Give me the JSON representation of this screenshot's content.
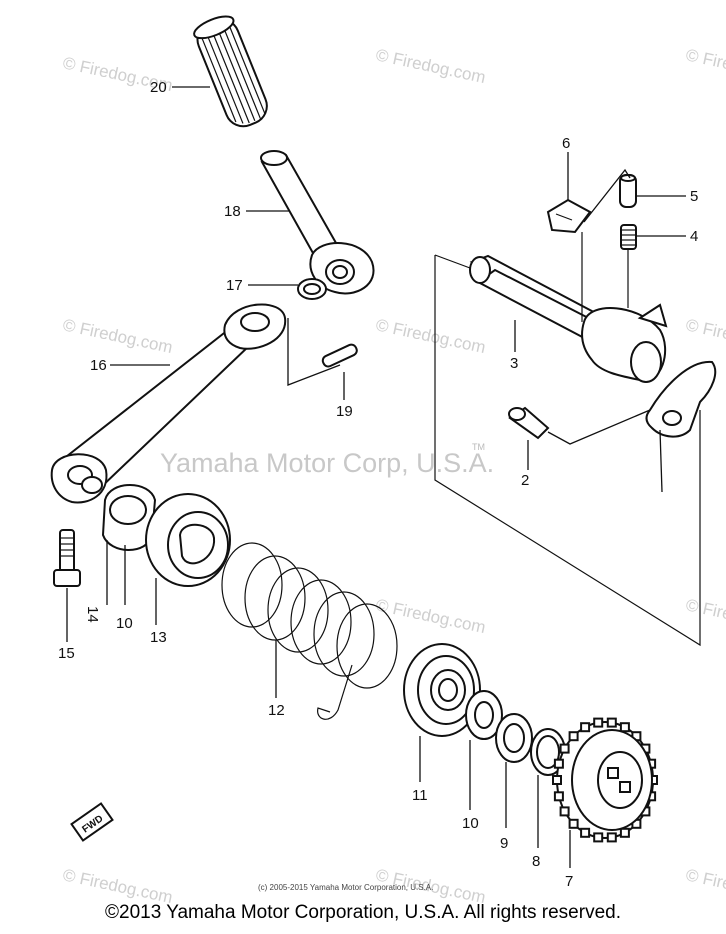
{
  "watermarks": {
    "firedog": "© Firedog.com",
    "center": "Yamaha Motor Corp, U.S.A.",
    "tm": "TM"
  },
  "small_credit": "(c) 2005-2015 Yamaha Motor Corporation, U.S.A.",
  "copyright": "©2013 Yamaha Motor Corporation, U.S.A. All rights reserved.",
  "labels": {
    "p20": "20",
    "p18": "18",
    "p17": "17",
    "p16": "16",
    "p19": "19",
    "p6": "6",
    "p5": "5",
    "p4": "4",
    "p3": "3",
    "p2": "2",
    "p14": "14",
    "p10a": "10",
    "p13": "13",
    "p15": "15",
    "p12": "12",
    "p11": "11",
    "p10": "10",
    "p9": "9",
    "p8": "8",
    "p7": "7"
  },
  "fwd_badge": "FWD"
}
